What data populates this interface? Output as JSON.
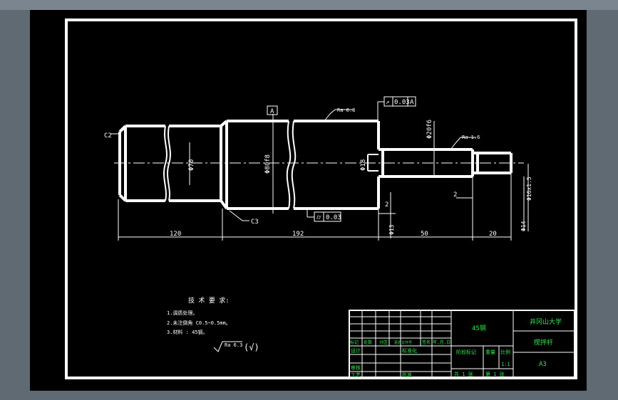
{
  "title_block": {
    "material": "45钢",
    "school": "井冈山大学",
    "part_name": "搅拌杆",
    "scale": "1:1",
    "scale_label": "比例",
    "weight_label": "重量",
    "stage_mark_label": "阶段标记",
    "grid_labels": [
      "标记",
      "处数",
      "分区",
      "更改文件号",
      "签名",
      "年.月.日"
    ],
    "design": "设计",
    "std": "标准化",
    "check": "审核",
    "process": "工艺",
    "approve": "批准",
    "sheet_total": "共 1 张",
    "sheet_no": "第 1 张",
    "drawing_no": "A3"
  },
  "tech_req": {
    "title": "技 术 要 求:",
    "lines": [
      "1.调质处理。",
      "2.未注倒角 C0.5~0.5mm。",
      "3.材料 : 45钢。"
    ],
    "roughness_note": "Ra 6.3",
    "roughness_tail": "(√)"
  },
  "dims": {
    "len1": "120",
    "len2": "192",
    "len3": "50",
    "len4": "20",
    "d70": "Φ70",
    "d80": "Φ80f8",
    "d18": "Φ18",
    "d20": "Φ20f6",
    "thread": "Φ16x1.5",
    "d14": "Φ14",
    "d13": "Φ13",
    "ch_left": "C2",
    "ch_mid": "C3",
    "groove1": "2",
    "groove2": "2",
    "datum": "A",
    "runout_sym": "↗",
    "runout_val": "0.03",
    "runout_ref": "A",
    "cyl_sym": "⌭",
    "cyl_val": "0.03",
    "ra1": "Ra 0.8",
    "ra2": "Ra 1.6"
  }
}
